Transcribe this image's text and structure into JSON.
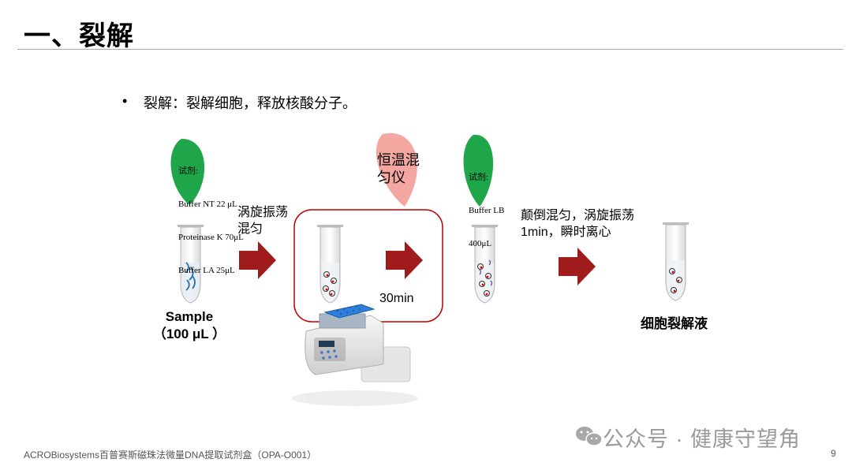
{
  "slide": {
    "title": "一、裂解",
    "bullet_dot": "•",
    "bullet": "裂解：裂解细胞，释放核酸分子。",
    "reagent1": [
      "试剂:",
      "Buffer NT 22 μL",
      "Proteinase K 70μL",
      "Buffer LA 25μL"
    ],
    "step1": "涡旋振荡\n混匀",
    "incubator": "恒温混\n匀仪",
    "duration": "30min",
    "reagent2": [
      "试剂:",
      "Buffer LB",
      "400μL"
    ],
    "step3": "颠倒混匀，涡旋振荡\n1min，瞬时离心",
    "sample_label": "Sample\n（100 μL ）",
    "lysate_label": "细胞裂解液",
    "footer": "ACROBiosystems百普赛斯磁珠法微量DNA提取试剂盒（OPA-O001）",
    "page_number": "9",
    "watermark": "公众号 · 健康守望角"
  },
  "colors": {
    "leaf_green": "#1fa64a",
    "arrow_red": "#a01c1c",
    "box_red": "#c00000",
    "pink": "#f4a6a0"
  },
  "icons": [
    "wechat-icon",
    "test-tube-icon",
    "arrow-right-icon",
    "incubator-device-icon"
  ]
}
